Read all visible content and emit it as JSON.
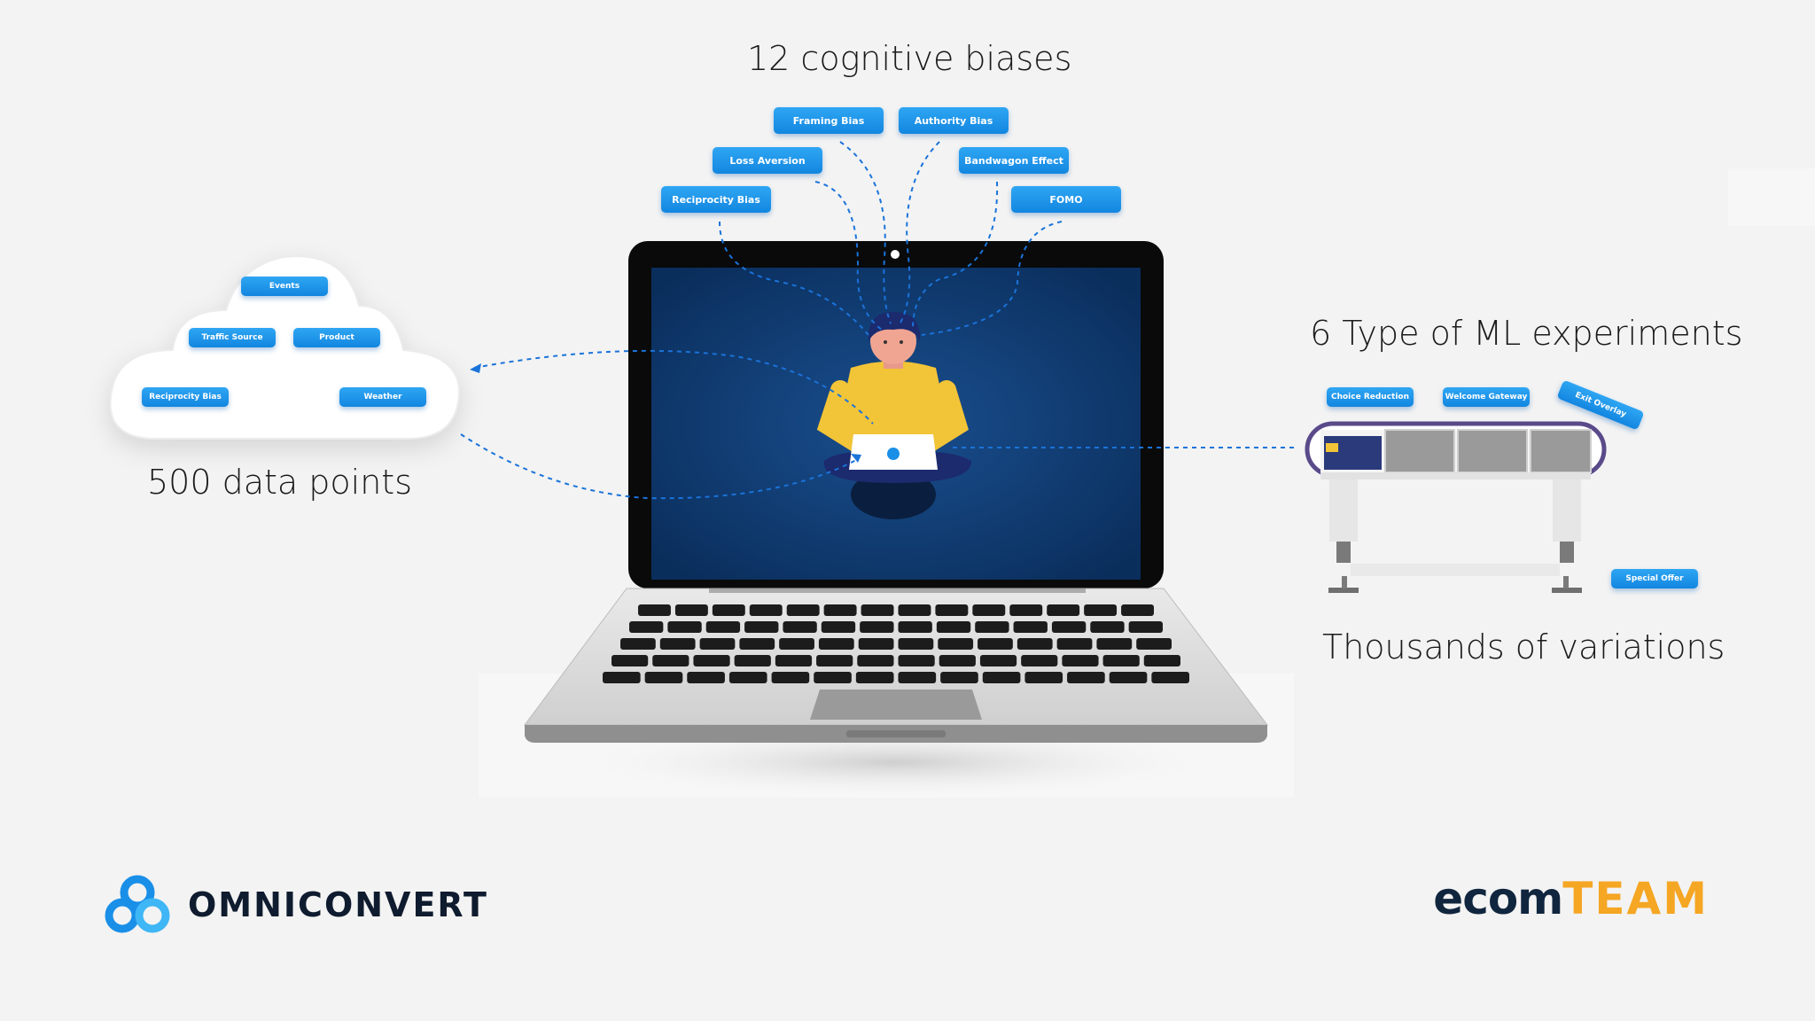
{
  "headings": {
    "biases": "12 cognitive biases",
    "data_points": "500 data points",
    "ml_experiments": "6 Type of ML experiments",
    "variations": "Thousands of variations"
  },
  "bias_tags": [
    "Framing Bias",
    "Authority Bias",
    "Loss Aversion",
    "Bandwagon Effect",
    "Reciprocity Bias",
    "FOMO"
  ],
  "cloud_tags": [
    "Events",
    "Traffic Source",
    "Product",
    "Reciprocity Bias",
    "Weather"
  ],
  "experiment_tags": [
    "Choice Reduction",
    "Welcome Gateway",
    "Exit Overlay",
    "Special Offer"
  ],
  "brands": {
    "left": "OMNICONVERT",
    "right_a": "ecom",
    "right_b": "TEAM"
  },
  "colors": {
    "tag": "#1a8fe8",
    "screen": "#0b3f7a",
    "accent_orange": "#f5a623",
    "navy": "#10263e"
  }
}
